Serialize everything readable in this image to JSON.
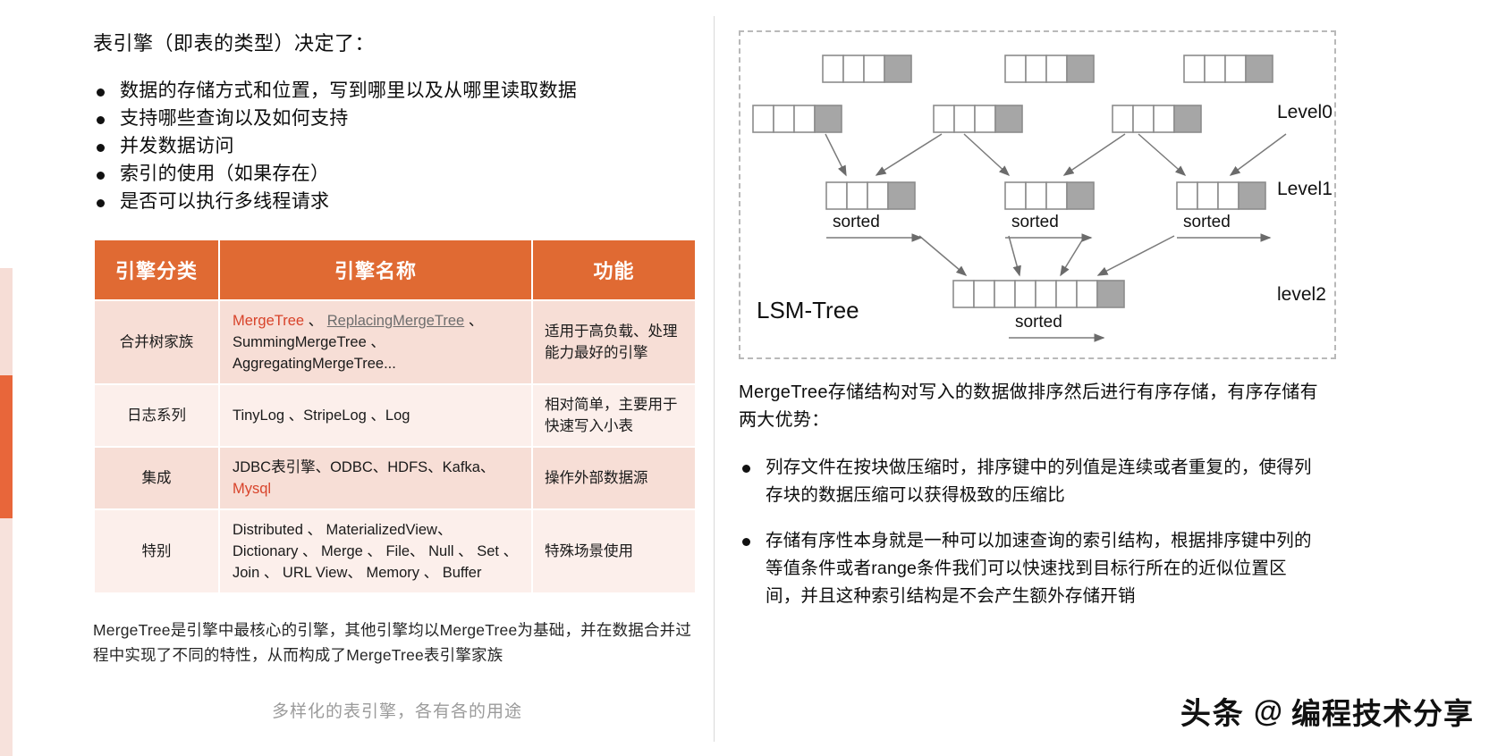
{
  "left": {
    "lead_line": "表引擎（即表的类型）决定了：",
    "bullets": [
      "数据的存储方式和位置，写到哪里以及从哪里读取数据",
      "支持哪些查询以及如何支持",
      "并发数据访问",
      "索引的使用（如果存在）",
      "是否可以执行多线程请求"
    ],
    "table": {
      "headers": [
        "引擎分类",
        "引擎名称",
        "功能"
      ],
      "rows": [
        {
          "category": "合并树家族",
          "name_line1_a": "MergeTree",
          "name_line1_sep1": " 、 ",
          "name_line1_b": "ReplacingMergeTree",
          "name_line1_sep2": " 、",
          "name_line2": "SummingMergeTree 、",
          "name_line3": "AggregatingMergeTree...",
          "function": "适用于高负载、处理能力最好的引擎"
        },
        {
          "category": "日志系列",
          "name_line1": "TinyLog 、StripeLog 、Log",
          "function": "相对简单，主要用于快速写入小表"
        },
        {
          "category": "集成",
          "name_line1": "JDBC表引擎、ODBC、HDFS、Kafka、",
          "name_line2_red": "Mysql",
          "function": "操作外部数据源"
        },
        {
          "category": "特别",
          "name_line1": "Distributed 、 MaterializedView、",
          "name_line2": "Dictionary 、 Merge 、 File、 Null 、 Set 、",
          "name_line3": "Join 、 URL View、 Memory 、  Buffer",
          "function": "特殊场景使用"
        }
      ]
    },
    "footnote": "MergeTree是引擎中最核心的引擎，其他引擎均以MergeTree为基础，并在数据合并过程中实现了不同的特性，从而构成了MergeTree表引擎家族",
    "subcaption": "多样化的表引擎，各有各的用途"
  },
  "right": {
    "diagram": {
      "title": "LSM-Tree",
      "sorted_labels": [
        "sorted",
        "sorted",
        "sorted",
        "sorted"
      ],
      "level_labels": [
        "Level0",
        "Level1",
        "level2"
      ]
    },
    "paragraph": "MergeTree存储结构对写入的数据做排序然后进行有序存储，有序存储有两大优势：",
    "bullets": [
      "列存文件在按块做压缩时，排序键中的列值是连续或者重复的，使得列存块的数据压缩可以获得极致的压缩比",
      "存储有序性本身就是一种可以加速查询的索引结构，根据排序键中列的等值条件或者range条件我们可以快速找到目标行所在的近似位置区间，并且这种索引结构是不会产生额外存储开销"
    ]
  },
  "watermark": {
    "logo": "头条",
    "at": "@",
    "text": "编程技术分享"
  },
  "colors": {
    "header_orange": "#e06a33",
    "row_dark": "#f7ded6",
    "row_light": "#fcefeb",
    "accent_red": "#d8432a",
    "caption_gray": "#9b9b9b"
  }
}
